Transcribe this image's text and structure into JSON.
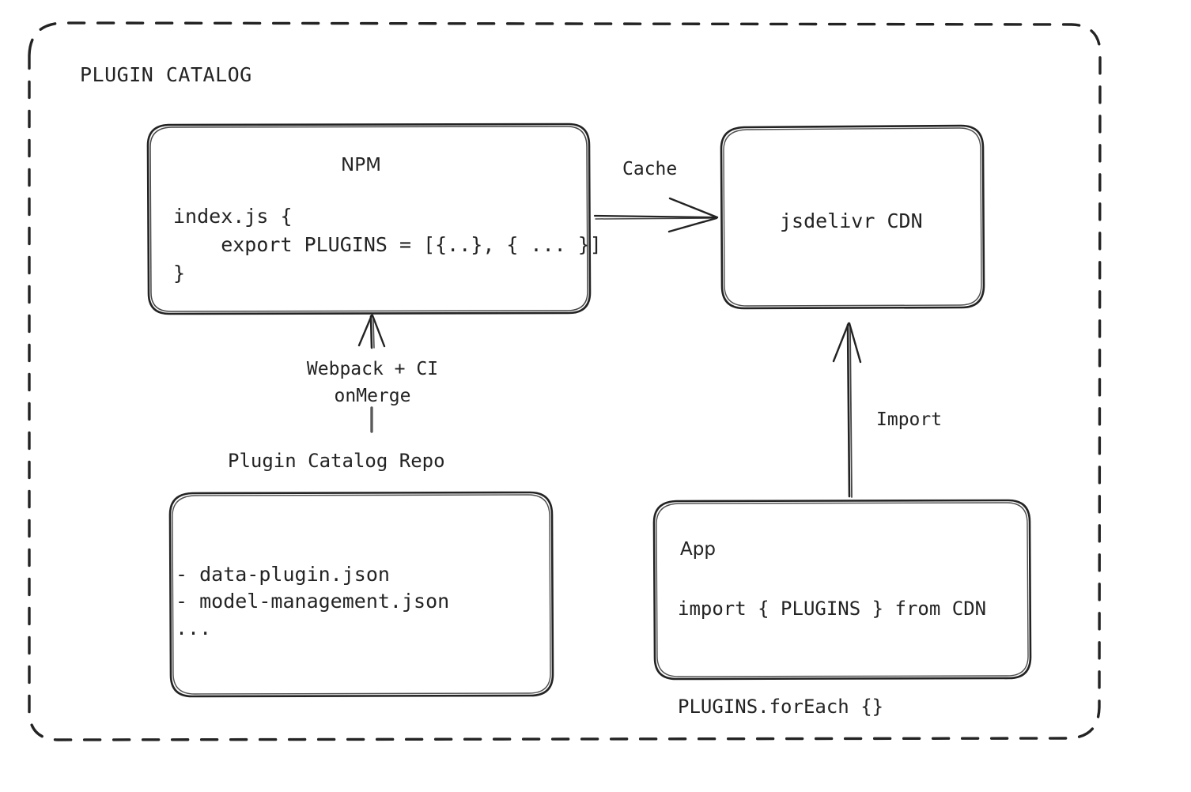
{
  "diagram": {
    "title": "PLUGIN CATALOG",
    "style": {
      "stroke": "#232323",
      "text": "#232323",
      "background": "#ffffff",
      "border": "dashed"
    },
    "nodes": {
      "npm": {
        "title": "NPM",
        "code": "index.js {\n    export PLUGINS = [{..}, { ... }]\n}"
      },
      "cdn": {
        "title": "jsdelivr CDN"
      },
      "repo": {
        "title": "Plugin Catalog Repo",
        "code": "- data-plugin.json\n- model-management.json\n..."
      },
      "app": {
        "title": "App",
        "code": "import { PLUGINS } from CDN\n\nPLUGINS.forEach {}"
      }
    },
    "edges": {
      "cache": {
        "label": "Cache",
        "from": "npm",
        "to": "cdn",
        "direction": "right"
      },
      "build": {
        "label": "Webpack + CI\nonMerge",
        "from": "repo",
        "to": "npm",
        "direction": "up"
      },
      "import": {
        "label": "Import",
        "from": "app",
        "to": "cdn",
        "direction": "up"
      }
    }
  }
}
